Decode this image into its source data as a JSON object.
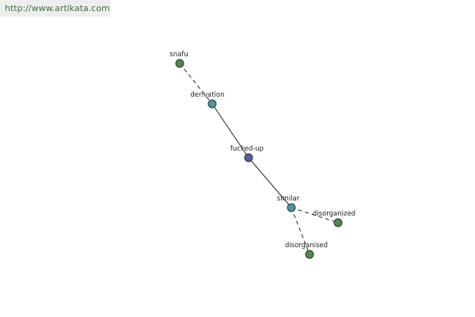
{
  "watermark": {
    "text": "http://www.artikata.com"
  },
  "graph": {
    "nodes": [
      {
        "id": "snafu",
        "label": "snafu",
        "color": "#4f8a4f"
      },
      {
        "id": "derivation",
        "label": "derivation",
        "color": "#4a9a9a"
      },
      {
        "id": "fucked-up",
        "label": "fucked-up",
        "color": "#5a5a9e"
      },
      {
        "id": "similar",
        "label": "similar",
        "color": "#4a9a9a"
      },
      {
        "id": "disorganized",
        "label": "disorganized",
        "color": "#4f8a4f"
      },
      {
        "id": "disorganised",
        "label": "disorganised",
        "color": "#4f8a4f"
      }
    ],
    "edges": [
      {
        "from": "snafu",
        "to": "derivation",
        "style": "dashed"
      },
      {
        "from": "derivation",
        "to": "fucked-up",
        "style": "solid"
      },
      {
        "from": "fucked-up",
        "to": "similar",
        "style": "solid"
      },
      {
        "from": "similar",
        "to": "disorganized",
        "style": "dashed"
      },
      {
        "from": "similar",
        "to": "disorganised",
        "style": "dashed"
      }
    ]
  }
}
